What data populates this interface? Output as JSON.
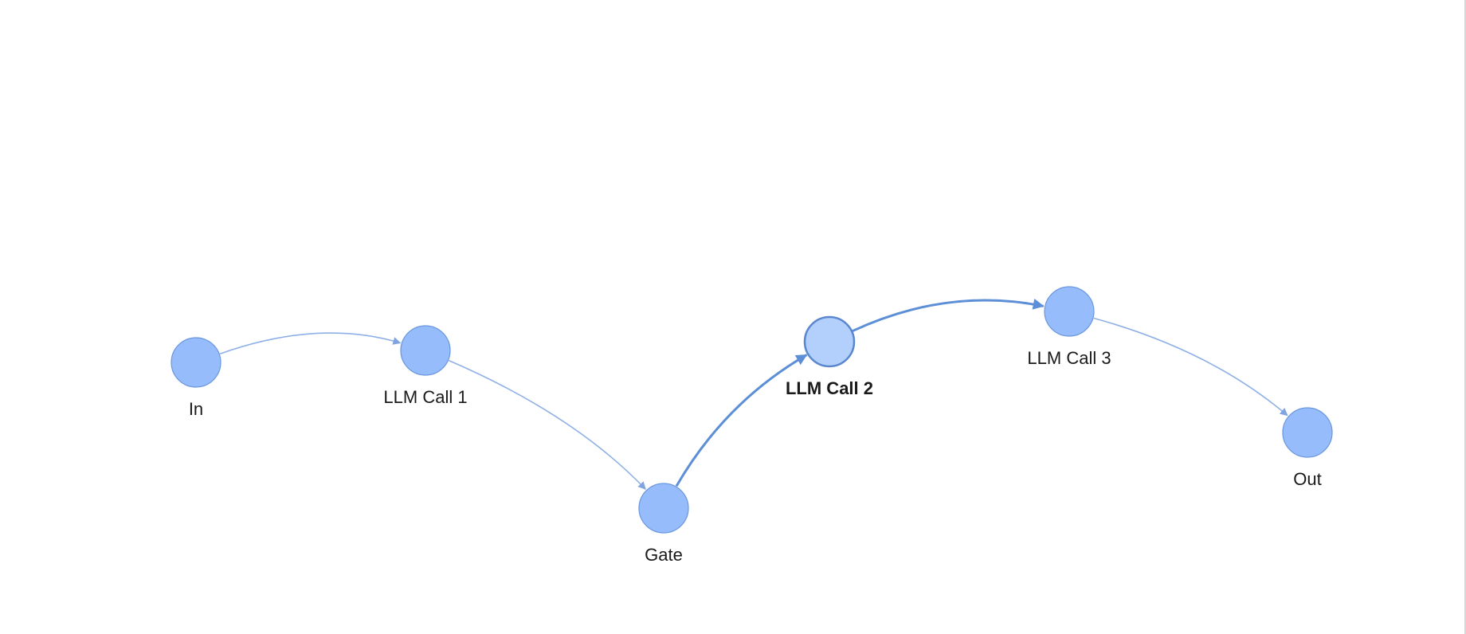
{
  "graph": {
    "colors": {
      "node_fill": "#97bcfb",
      "node_stroke": "#6a97de",
      "selected_fill": "#b3d0fd",
      "selected_stroke": "#5b87cf",
      "edge": "#8fb0e6",
      "edge_selected": "#5c8fd6"
    },
    "nodes": [
      {
        "id": "in",
        "label": "In",
        "selected": false
      },
      {
        "id": "llm1",
        "label": "LLM Call 1",
        "selected": false
      },
      {
        "id": "gate",
        "label": "Gate",
        "selected": false
      },
      {
        "id": "llm2",
        "label": "LLM Call 2",
        "selected": true
      },
      {
        "id": "llm3",
        "label": "LLM Call 3",
        "selected": false
      },
      {
        "id": "out",
        "label": "Out",
        "selected": false
      }
    ],
    "edges": [
      {
        "from": "in",
        "to": "llm1",
        "selected": false
      },
      {
        "from": "llm1",
        "to": "gate",
        "selected": false
      },
      {
        "from": "gate",
        "to": "llm2",
        "selected": true
      },
      {
        "from": "llm2",
        "to": "llm3",
        "selected": true
      },
      {
        "from": "llm3",
        "to": "out",
        "selected": false
      }
    ]
  }
}
